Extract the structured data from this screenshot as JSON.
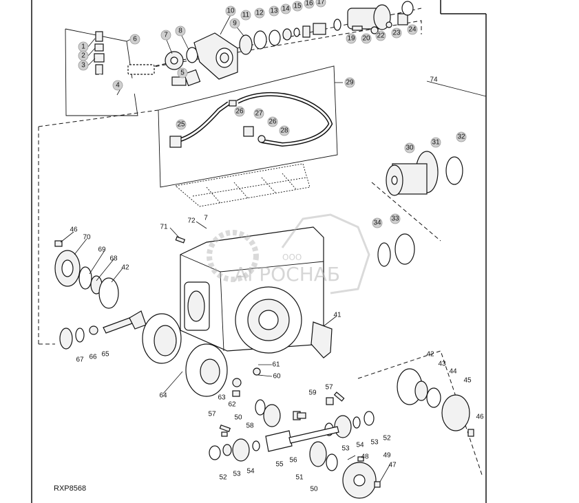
{
  "figure": {
    "reference_code": "RXP8568",
    "watermark": {
      "brand": "АГРОСНАБ",
      "prefix": "ООО"
    }
  },
  "callouts": {
    "p1": "1",
    "p2": "2",
    "p3": "3",
    "p4": "4",
    "p5": "5",
    "p6": "6",
    "p7": "7",
    "p8": "8",
    "p9": "9",
    "p10": "10",
    "p11": "11",
    "p12": "12",
    "p13": "13",
    "p14": "14",
    "p15": "15",
    "p16": "16",
    "p17": "17",
    "p19": "19",
    "p20": "20",
    "p22": "22",
    "p23": "23",
    "p24": "24",
    "p25": "25",
    "p26a": "26",
    "p26b": "26",
    "p27": "27",
    "p28": "28",
    "p29": "29",
    "p30": "30",
    "p31": "31",
    "p32": "32",
    "p33": "33",
    "p34": "34",
    "p41": "41",
    "p42a": "42",
    "p42b": "42",
    "p43": "43",
    "p44": "44",
    "p45": "45",
    "p46a": "46",
    "p46b": "46",
    "p47": "47",
    "p48": "48",
    "p49": "49",
    "p50a": "50",
    "p50b": "50",
    "p51": "51",
    "p52a": "52",
    "p52b": "52",
    "p53a": "53",
    "p53b": "53",
    "p53c": "53",
    "p54a": "54",
    "p54b": "54",
    "p55": "55",
    "p56": "56",
    "p57a": "57",
    "p57b": "57",
    "p58": "58",
    "p59": "59",
    "p60": "60",
    "p61": "61",
    "p62": "62",
    "p63": "63",
    "p64": "64",
    "p65": "65",
    "p66": "66",
    "p67": "67",
    "p68": "68",
    "p69": "69",
    "p70": "70",
    "p71": "71",
    "p72": "72",
    "p73": "7",
    "p74": "74"
  },
  "colors": {
    "badge": "#cfcfcf",
    "ink": "#111111",
    "watermark": "#b5b5b5"
  }
}
